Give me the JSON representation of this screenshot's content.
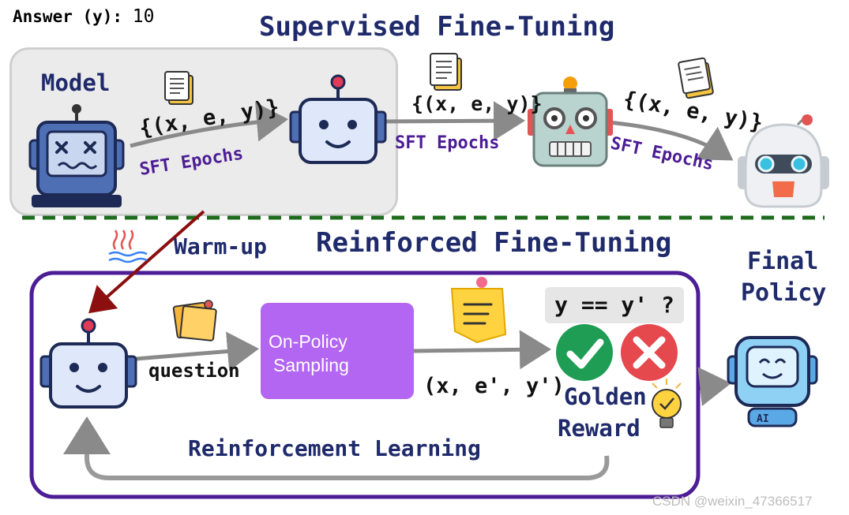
{
  "answer": {
    "label": "Answer (y):",
    "value": "10"
  },
  "sft": {
    "title": "Supervised Fine-Tuning",
    "model_label": "Model",
    "triple": "{(x, e, y)}",
    "epochs_label": "SFT Epochs"
  },
  "rft": {
    "title": "Reinforced Fine-Tuning",
    "warmup_label": "Warm-up",
    "question_label": "question",
    "sampling_label_1": "On-Policy",
    "sampling_label_2": "Sampling",
    "sample_triple": "(x, e', y')",
    "check_label": "y == y' ?",
    "reward_label_1": "Golden",
    "reward_label_2": "Reward",
    "loop_label": "Reinforcement Learning",
    "final_label_1": "Final",
    "final_label_2": "Policy",
    "icon_label": "AI"
  },
  "watermark": "CSDN @weixin_47366517",
  "colors": {
    "title": "#1f2a6b",
    "epochs": "#4c1d95",
    "rft_border": "#4c1d95",
    "sampling_fill": "#b266f2",
    "divider": "#1e6b1e",
    "warmup_arrow": "#8b0f0f",
    "check": "#1f9d55",
    "cross": "#e5484d",
    "robot_body": "#4f6fb5"
  }
}
